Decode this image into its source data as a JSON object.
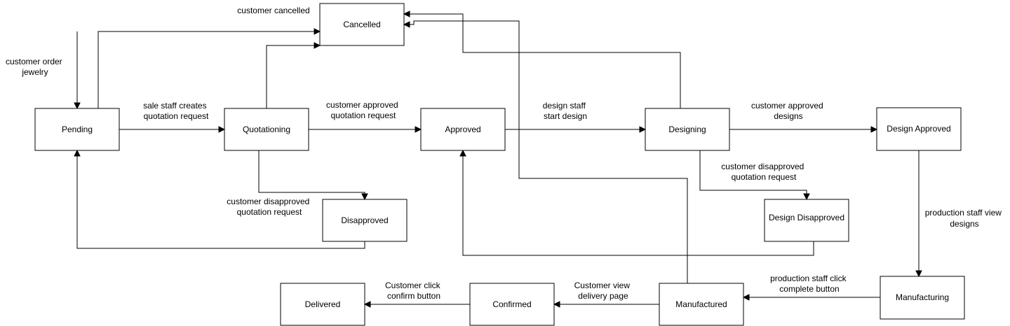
{
  "states": {
    "pending": "Pending",
    "cancelled": "Cancelled",
    "quotationing": "Quotationing",
    "approved": "Approved",
    "designing": "Designing",
    "design_approved": "Design Approved",
    "disapproved": "Disapproved",
    "design_disapproved": "Design Disapproved",
    "manufacturing": "Manufacturing",
    "manufactured": "Manufactured",
    "confirmed": "Confirmed",
    "delivered": "Delivered"
  },
  "edges": {
    "customer_order": [
      "customer order",
      "jewelry"
    ],
    "customer_cancelled": [
      "customer cancelled"
    ],
    "sale_staff": [
      "sale staff creates",
      "quotation request"
    ],
    "customer_approved_quotation": [
      "customer approved",
      "quotation request"
    ],
    "design_staff": [
      "design staff",
      "start design"
    ],
    "customer_approved_designs": [
      "customer approved",
      "designs"
    ],
    "customer_disapproved_quotation_1": [
      "customer disapproved",
      "quotation request"
    ],
    "customer_disapproved_quotation_2": [
      "customer disapproved",
      "quotation request"
    ],
    "production_view": [
      "production staff view",
      "designs"
    ],
    "production_click": [
      "production staff click",
      "complete button"
    ],
    "customer_view_delivery": [
      "Customer view",
      "delivery page"
    ],
    "customer_click_confirm": [
      "Customer click",
      "confirm button"
    ]
  }
}
